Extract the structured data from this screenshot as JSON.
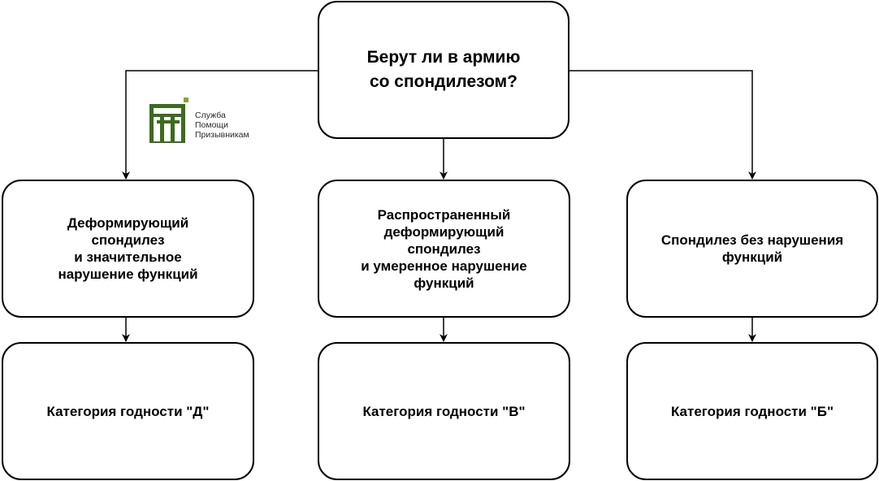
{
  "diagram": {
    "root": {
      "label": "Берут ли в армию\nсо спондилезом?"
    },
    "branches": [
      {
        "condition": "Деформирующий\nспондилез\nи значительное\nнарушение функций",
        "category": "Категория годности \"Д\""
      },
      {
        "condition": "Распространенный\nдеформирующий\nспондилез\nи умеренное нарушение\nфункций",
        "category": "Категория годности \"В\""
      },
      {
        "condition": "Спондилез без нарушения\nфункций",
        "category": "Категория годности \"Б\""
      }
    ]
  },
  "logo": {
    "lines": [
      "Служба",
      "Помощи",
      "Призывникам"
    ],
    "colors": {
      "mark": "#3d6b1e",
      "accent": "#7fa82e",
      "text": "#2a2a2a"
    }
  },
  "colors": {
    "stroke": "#000000",
    "background": "#ffffff"
  }
}
